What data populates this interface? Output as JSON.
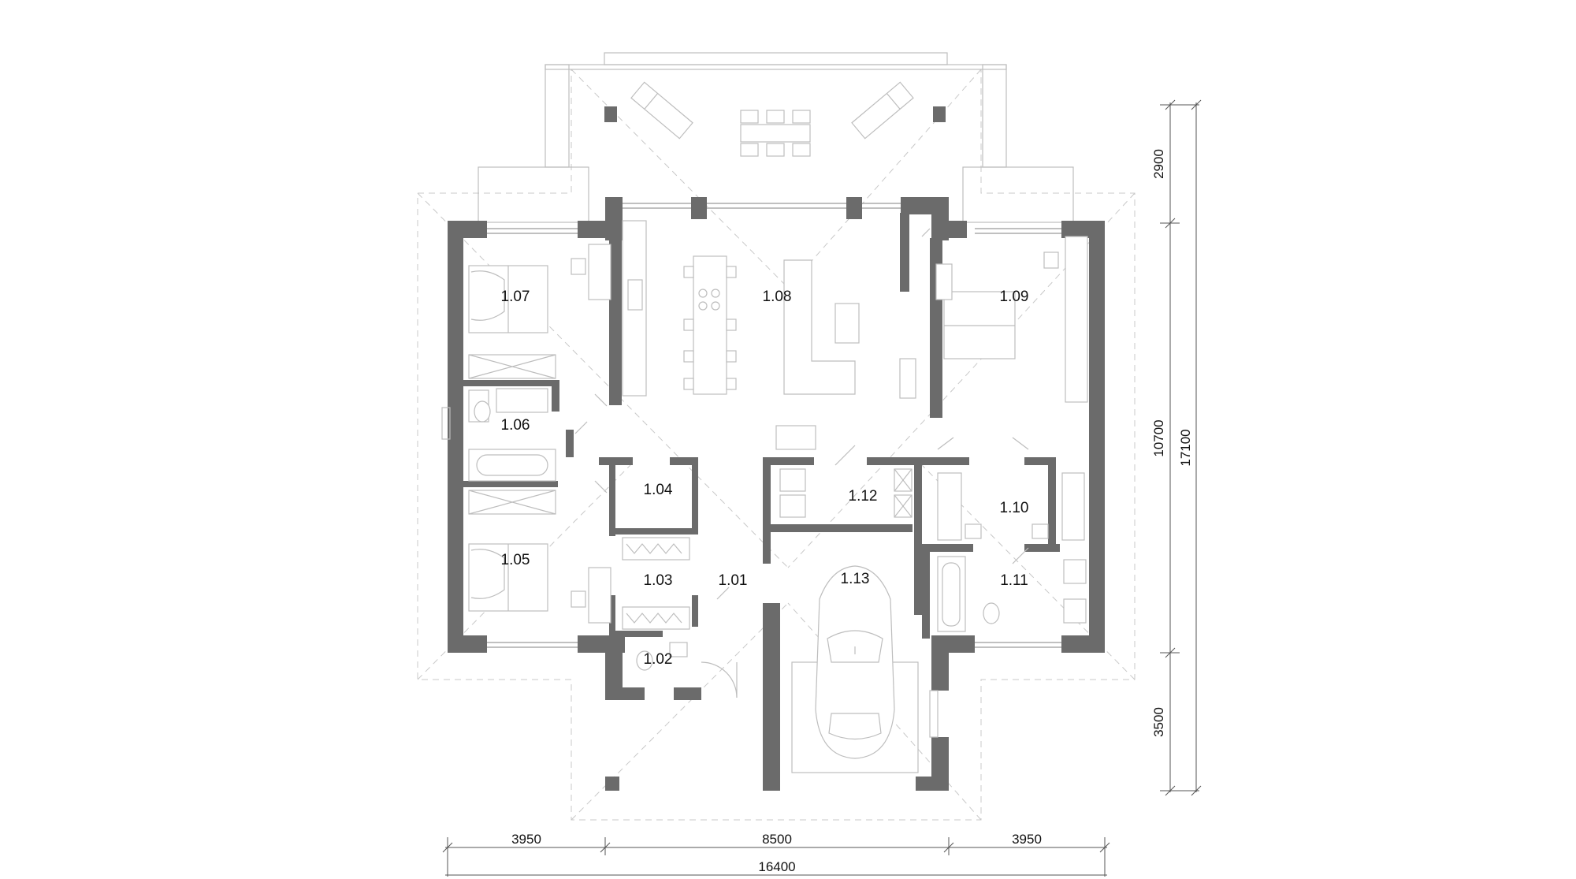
{
  "plan": {
    "rooms": [
      "1.01",
      "1.02",
      "1.03",
      "1.04",
      "1.05",
      "1.06",
      "1.07",
      "1.08",
      "1.09",
      "1.10",
      "1.11",
      "1.12",
      "1.13"
    ],
    "dimensions_horizontal": {
      "left_wing": "3950",
      "center": "8500",
      "right_wing": "3950",
      "total": "16400"
    },
    "dimensions_vertical": {
      "top_terrace": "2900",
      "house_depth": "10700",
      "bottom_porch": "3500",
      "total": "17100"
    }
  }
}
